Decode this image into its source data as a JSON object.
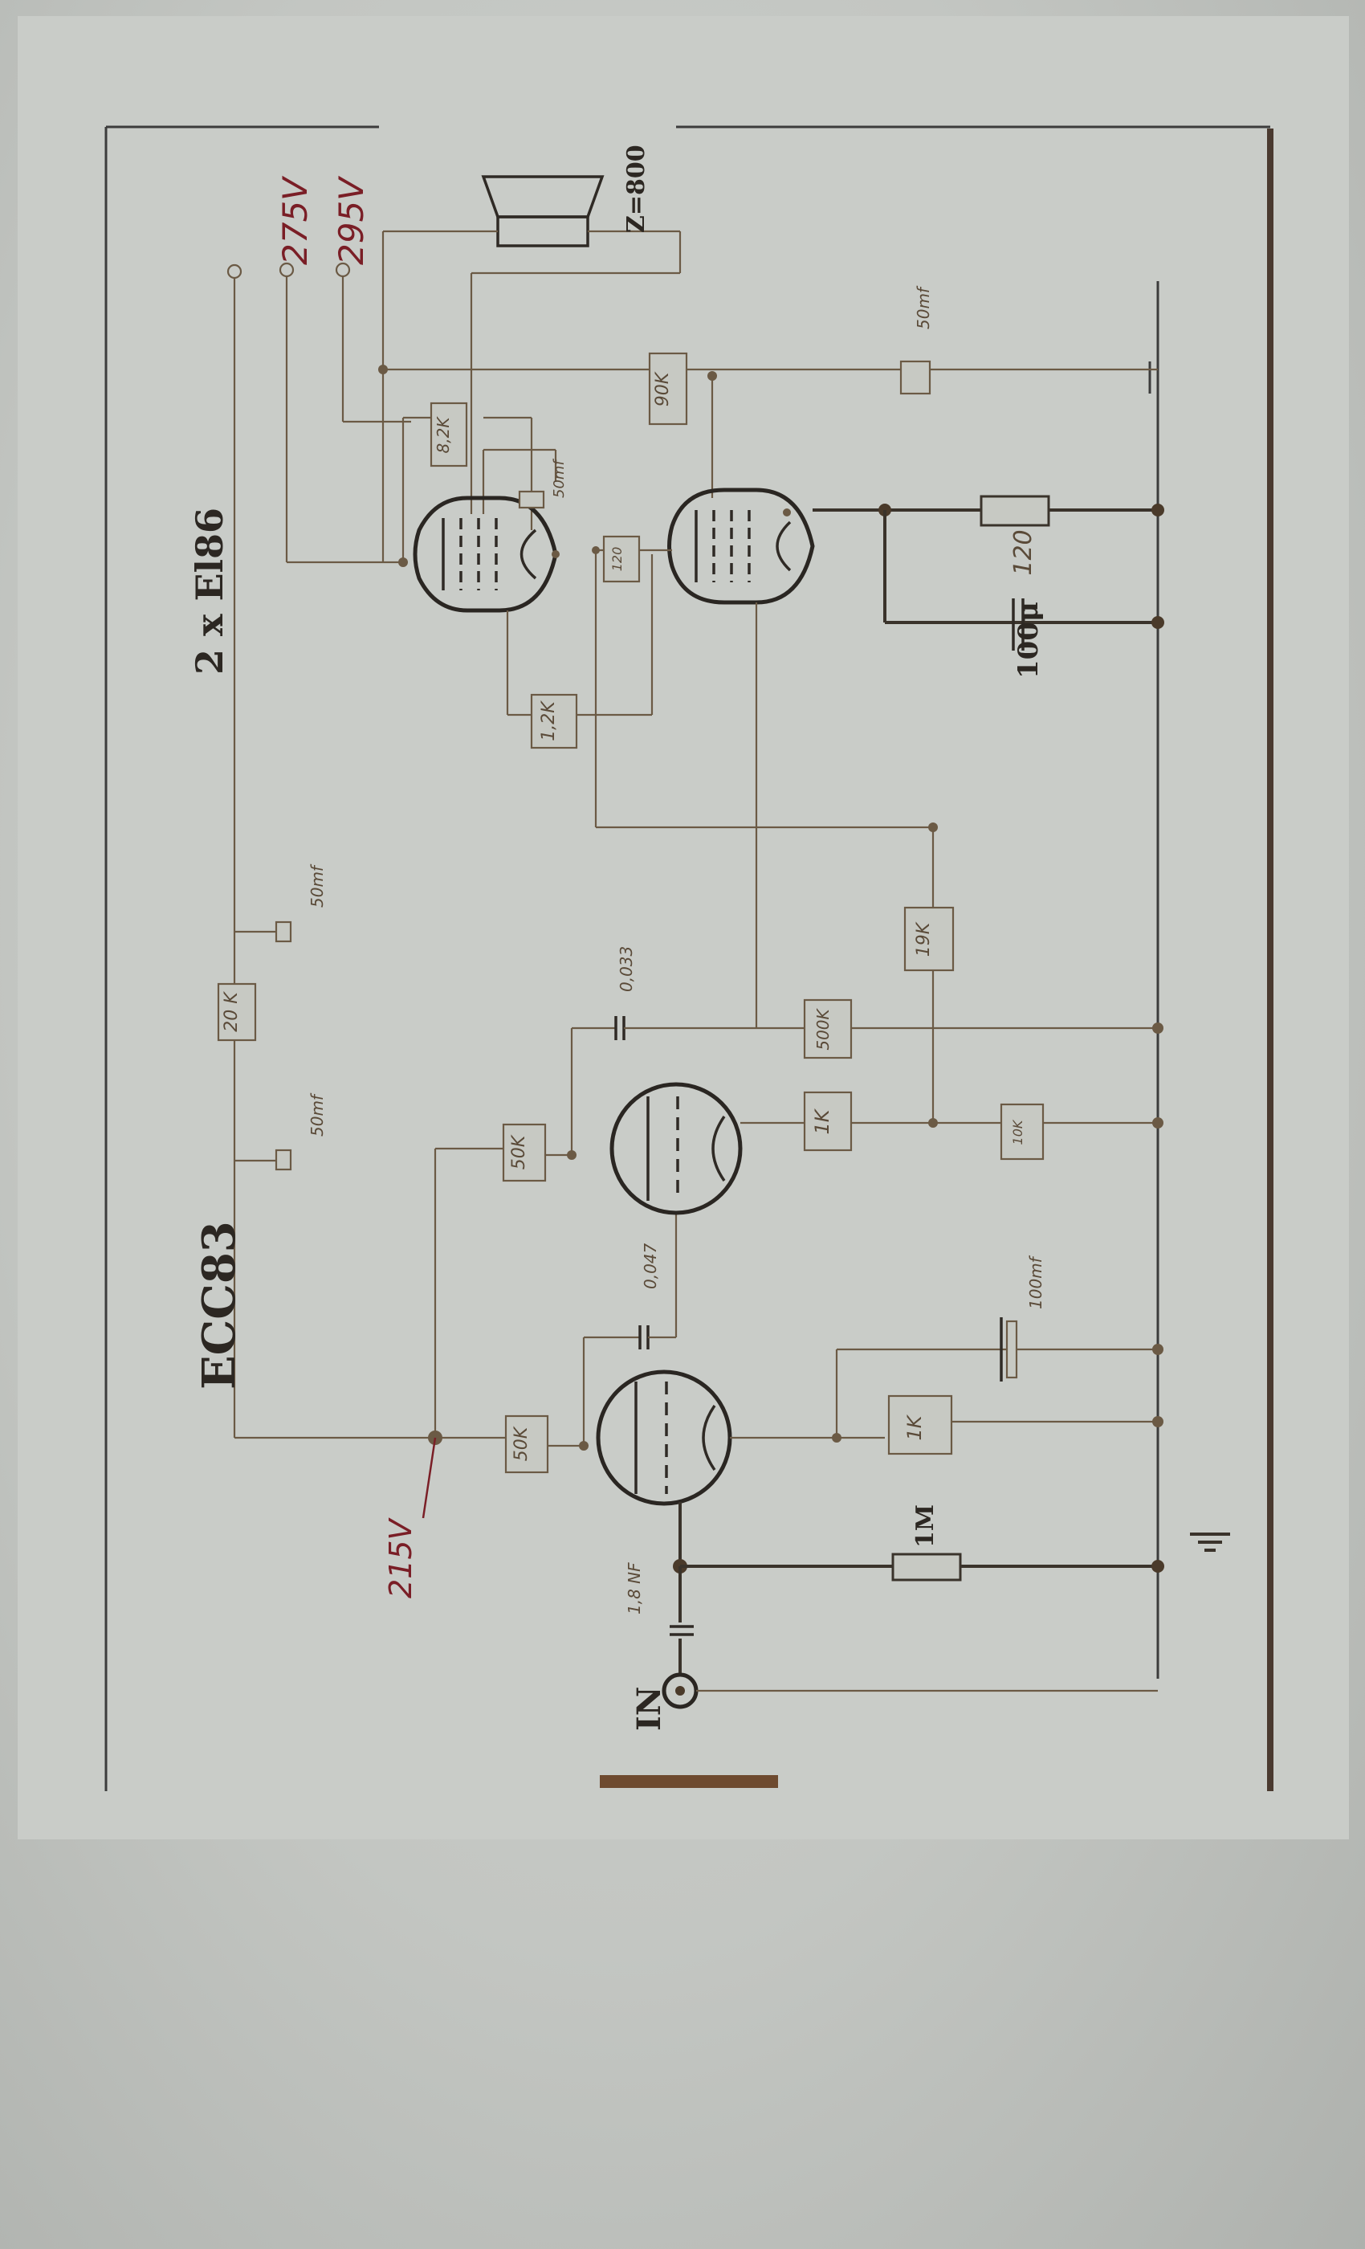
{
  "labels": {
    "ecc83": "ECC83",
    "el186": "2 x El86",
    "in": "IN",
    "z800": "Z=800",
    "v275": "275V",
    "v295": "295V",
    "v215": "215V"
  },
  "components": {
    "r_20k": "20 K",
    "r_50k_a": "50K",
    "r_50k_b": "50K",
    "r_1k_a": "1K",
    "r_1k_b": "1K",
    "r_500k": "500K",
    "r_19k": "19K",
    "r_1m": "1M",
    "r_10k": "10K",
    "r_82k": "8,2K",
    "r_90k": "90K",
    "r_12k": "1,2K",
    "r_120": "120",
    "r_120_small": "120",
    "c_50mf_a": "50mf",
    "c_50mf_b": "50mf",
    "c_50mf_c": "50mf",
    "c_50mf_d": "50mf",
    "c_100mf": "100mf",
    "c_0033": "0,033",
    "c_0047": "0,047",
    "c_18nf": "1,8 NF",
    "c_100u": "100μ"
  }
}
